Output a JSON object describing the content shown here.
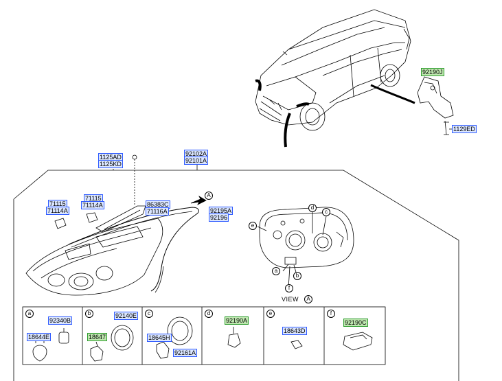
{
  "labels": {
    "p92190J": "92190J",
    "p1129ED": "1129ED",
    "p1125AD": "1125AD",
    "p1125KD": "1125KD",
    "p92102A": "92102A",
    "p92101A": "92101A",
    "p71115a": "71115",
    "p71114Aa": "71114A",
    "p71115b": "71115",
    "p71114Ab": "71114A",
    "p86383C": "86383C",
    "p71116A": "71116A",
    "p92195A": "92195A",
    "p92196": "92196",
    "p92340B": "92340B",
    "p18644E": "18644E",
    "p92140E": "92140E",
    "p18647": "18647",
    "p18645H": "18645H",
    "p92161A": "92161A",
    "p92190A": "92190A",
    "p18643D": "18643D",
    "p92190C": "92190C"
  },
  "callouts": {
    "A_arrow": "A",
    "e_view": "e",
    "d_view": "d",
    "c_view": "c",
    "a_view": "a",
    "b_view": "b",
    "f_view": "f",
    "view_A": "A"
  },
  "view_text": "VIEW",
  "detail_boxes": [
    "a",
    "b",
    "c",
    "d",
    "e",
    "f"
  ],
  "colors": {
    "label_blue": "#2f5bff",
    "label_green": "#2e9c2e",
    "line": "#000000"
  }
}
